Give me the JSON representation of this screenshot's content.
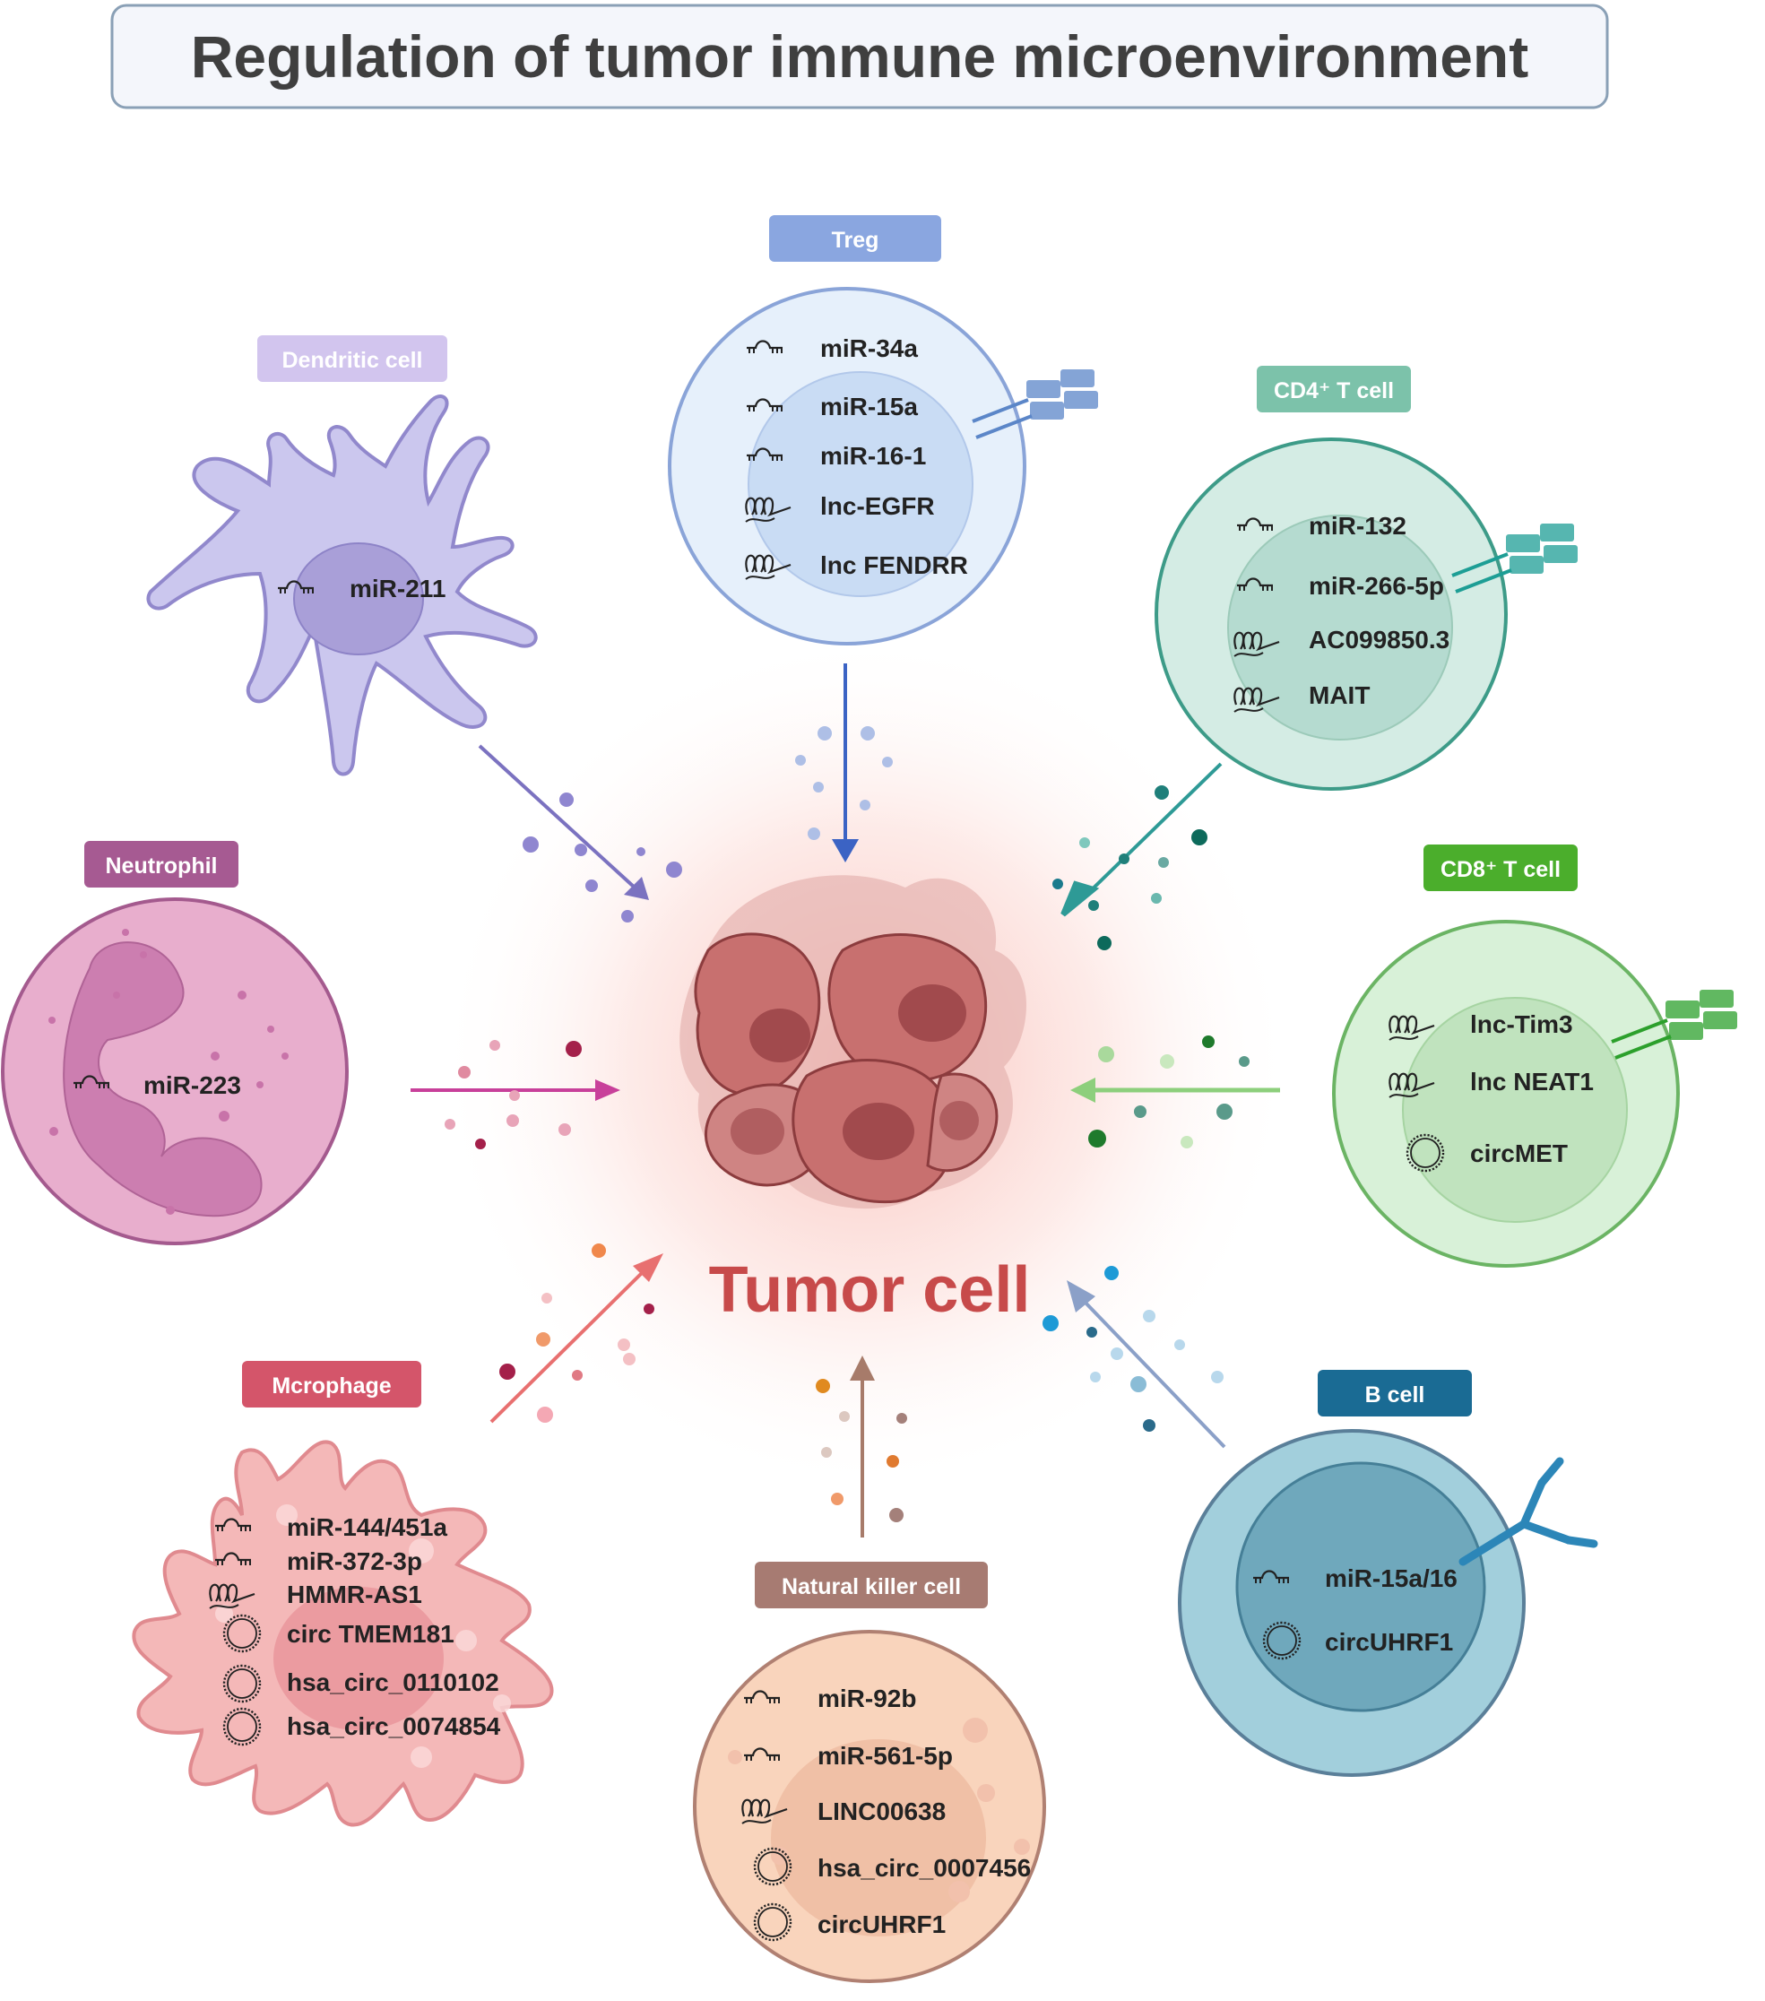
{
  "title": "Regulation of tumor immune microenvironment",
  "center_label": "Tumor cell",
  "cells": {
    "treg": {
      "label": "Treg",
      "color": "#8aa6e0",
      "molecules": [
        "miR-34a",
        "miR-15a",
        "miR-16-1",
        "lnc-EGFR",
        "lnc FENDRR"
      ]
    },
    "dendritic": {
      "label": "Dendritic cell",
      "color": "#d2c5ee",
      "molecules": [
        "miR-211"
      ]
    },
    "cd4": {
      "label": "CD4⁺ T cell",
      "color": "#7cc2aa",
      "molecules": [
        "miR-132",
        "miR-266-5p",
        "AC099850.3",
        "MAIT"
      ]
    },
    "neutrophil": {
      "label": "Neutrophil",
      "color": "#a65a92",
      "molecules": [
        "miR-223"
      ]
    },
    "cd8": {
      "label": "CD8⁺ T cell",
      "color": "#4bae2c",
      "molecules": [
        "lnc-Tim3",
        "lnc NEAT1",
        "circMET"
      ]
    },
    "macrophage": {
      "label": "Mcrophage",
      "color": "#d4556a",
      "molecules": [
        "miR-144/451a",
        "miR-372-3p",
        "HMMR-AS1",
        "circ TMEM181",
        "hsa_circ_0110102",
        "hsa_circ_0074854"
      ]
    },
    "nk": {
      "label": "Natural killer cell",
      "color": "#a77b72",
      "molecules": [
        "miR-92b",
        "miR-561-5p",
        "LINC00638",
        "hsa_circ_0007456",
        "circUHRF1"
      ]
    },
    "bcell": {
      "label": "B cell",
      "color": "#1a6b94",
      "molecules": [
        "miR-15a/16",
        "circUHRF1"
      ]
    }
  },
  "molecule_icons": {
    "mirna": "mirna-hairpin-icon",
    "lncrna": "lncrna-loops-icon",
    "circrna": "circrna-ring-icon"
  }
}
